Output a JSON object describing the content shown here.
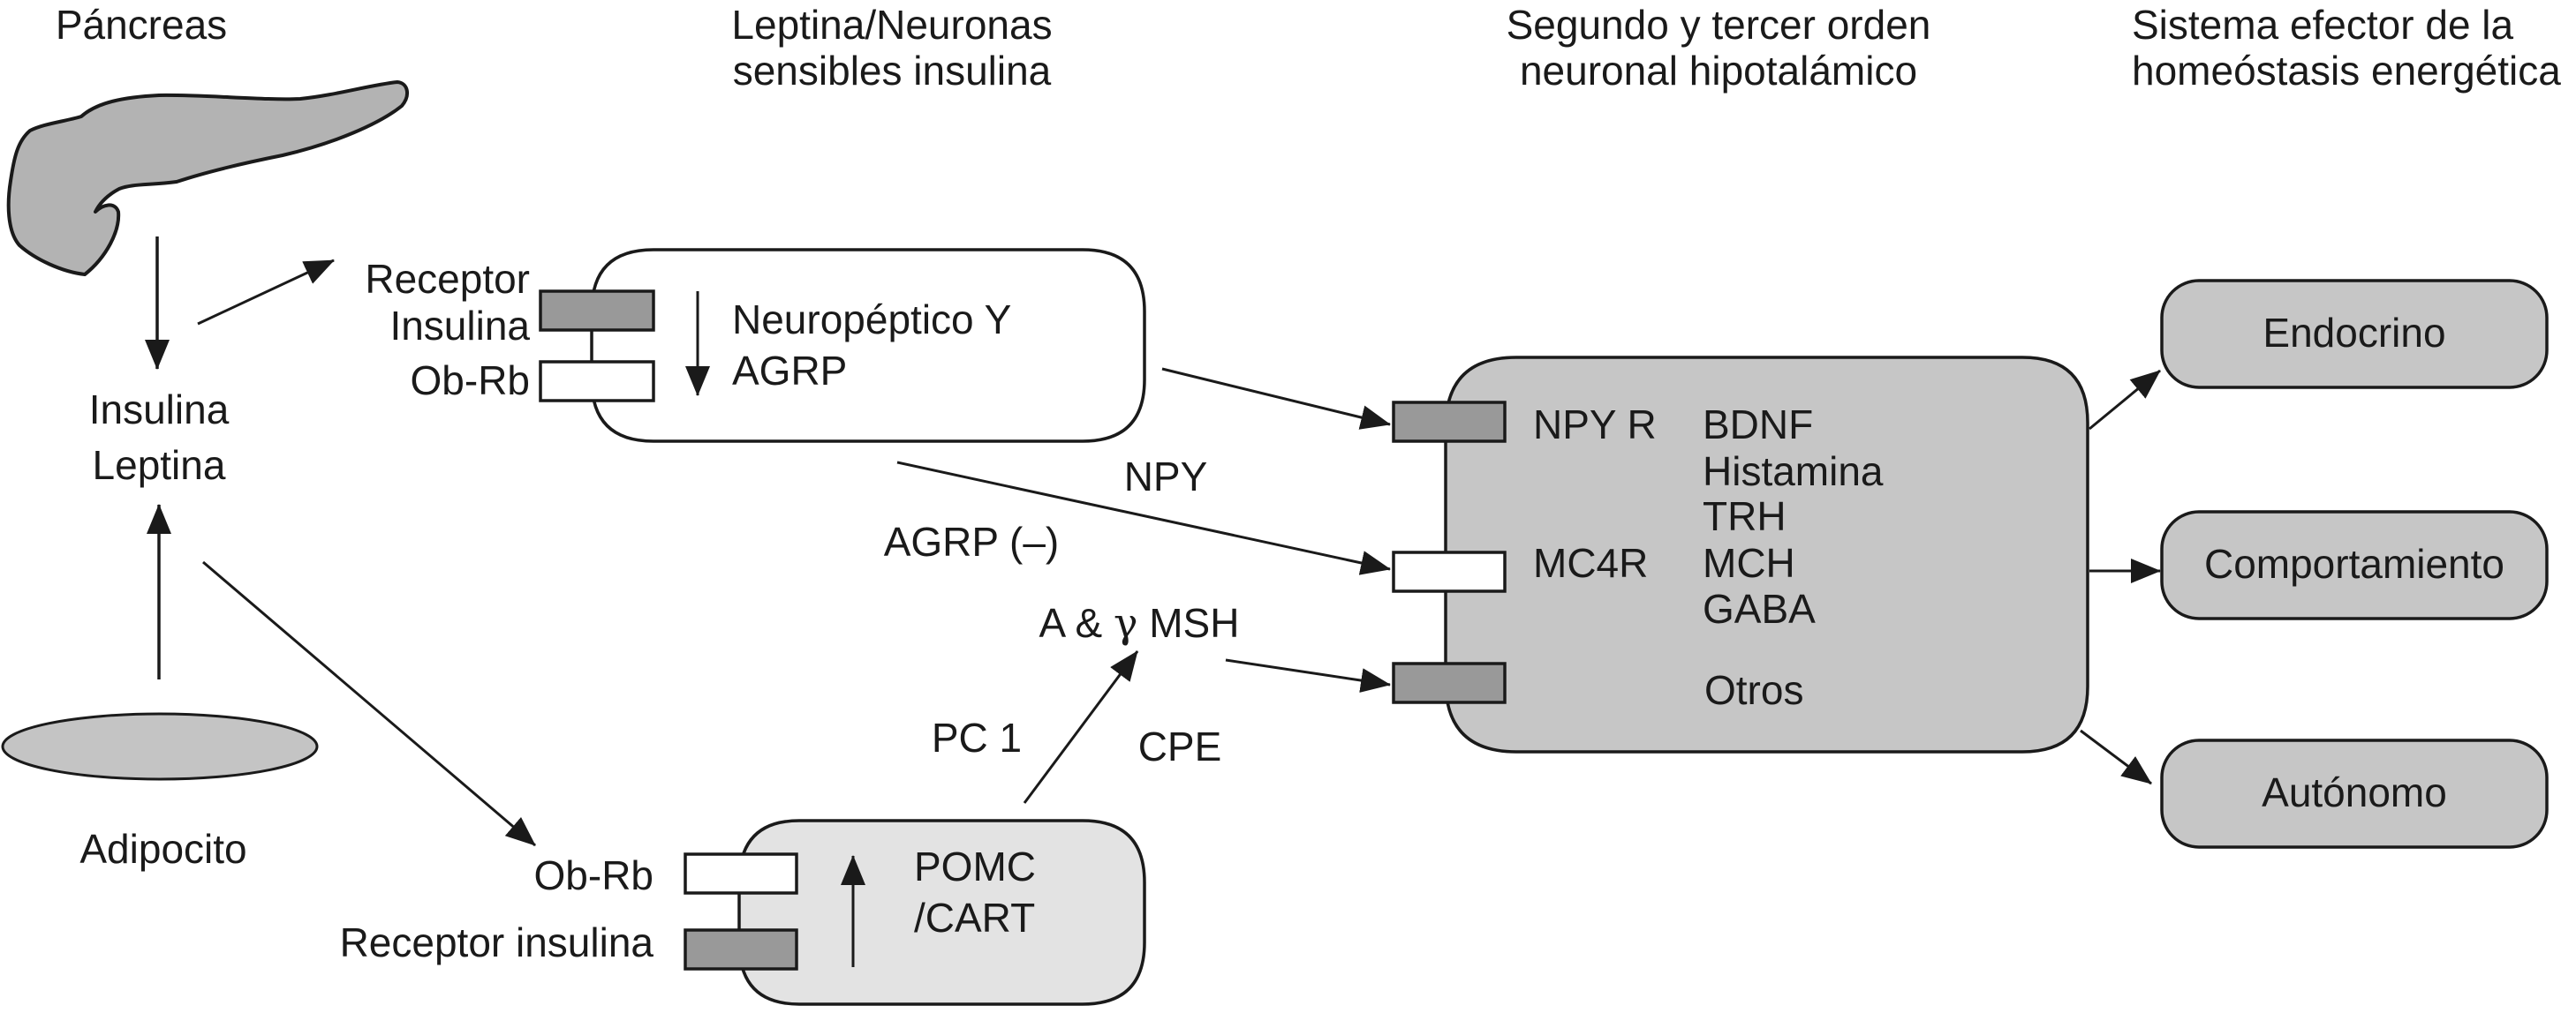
{
  "columns": {
    "pancreas": "Páncreas",
    "neurons_line1": "Leptina/Neuronas",
    "neurons_line2": "sensibles insulina",
    "hypothalamic_line1": "Segundo y tercer orden",
    "hypothalamic_line2": "neuronal hipotalámico",
    "effector_line1": "Sistema efector de la",
    "effector_line2": "homeóstasis energética"
  },
  "left": {
    "hormones_line1": "Insulina",
    "hormones_line2": "Leptina",
    "adipocyte": "Adipocito"
  },
  "orexigenic_neuron": {
    "receptor_insulin_line1": "Receptor",
    "receptor_insulin_line2": "Insulina",
    "receptor_leptin": "Ob-Rb",
    "product_line1": "Neuropéptico Y",
    "product_line2": "AGRP",
    "direction": "down"
  },
  "anorexigenic_neuron": {
    "receptor_leptin": "Ob-Rb",
    "receptor_insulin": "Receptor insulina",
    "product_line1": "POMC",
    "product_line2": "/CART",
    "direction": "up"
  },
  "signals": {
    "npy": "NPY",
    "agrp": "AGRP (–)",
    "msh_prefix": "A & ",
    "msh_gamma": "γ",
    "msh_suffix": " MSH",
    "pc1": "PC 1",
    "cpe": "CPE"
  },
  "hypothalamic_neuron": {
    "receptors": [
      "NPY R",
      "MC4R"
    ],
    "mediators": [
      "BDNF",
      "Histamina",
      "TRH",
      "MCH",
      "GABA"
    ],
    "others": "Otros"
  },
  "effectors": [
    "Endocrino",
    "Comportamiento",
    "Autónomo"
  ],
  "colors": {
    "dark_receptor": "#999999",
    "light_receptor": "#ffffff",
    "organ_fill": "#b3b3b3",
    "adipocyte_fill": "#c4c4c4",
    "central_fill": "#c6c6c6",
    "pomc_fill": "#e3e3e3",
    "effector_fill": "#c6c6c6",
    "stroke": "#1a1a1a"
  }
}
